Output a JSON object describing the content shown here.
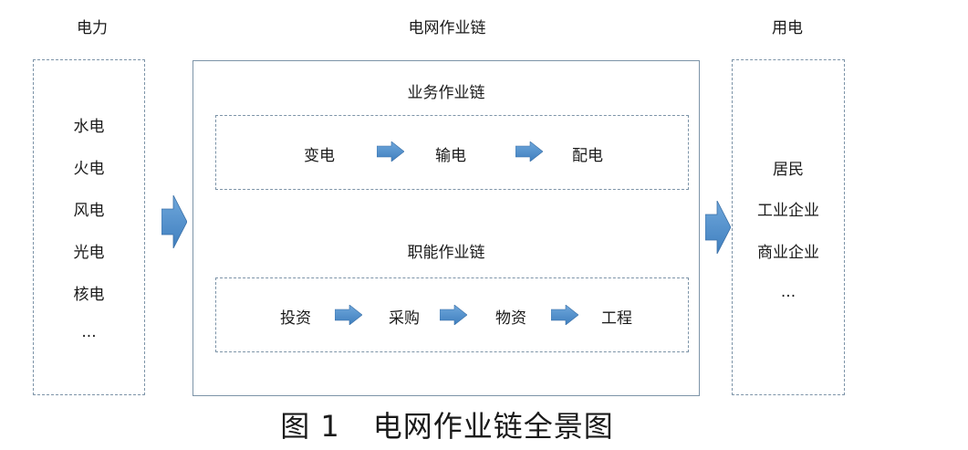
{
  "headers": {
    "power": "电力",
    "grid": "电网作业链",
    "use": "用电"
  },
  "power_sources": [
    "水电",
    "火电",
    "风电",
    "光电",
    "核电",
    "..."
  ],
  "business_chain": {
    "title": "业务作业链",
    "steps": [
      "变电",
      "输电",
      "配电"
    ]
  },
  "function_chain": {
    "title": "职能作业链",
    "steps": [
      "投资",
      "采购",
      "物资",
      "工程"
    ]
  },
  "consumers": [
    "居民",
    "工业企业",
    "商业企业",
    "..."
  ],
  "caption": {
    "label": "图 1",
    "text": "电网作业链全景图"
  },
  "colors": {
    "arrow": "#4f8ec9",
    "border": "#7d94a8"
  }
}
